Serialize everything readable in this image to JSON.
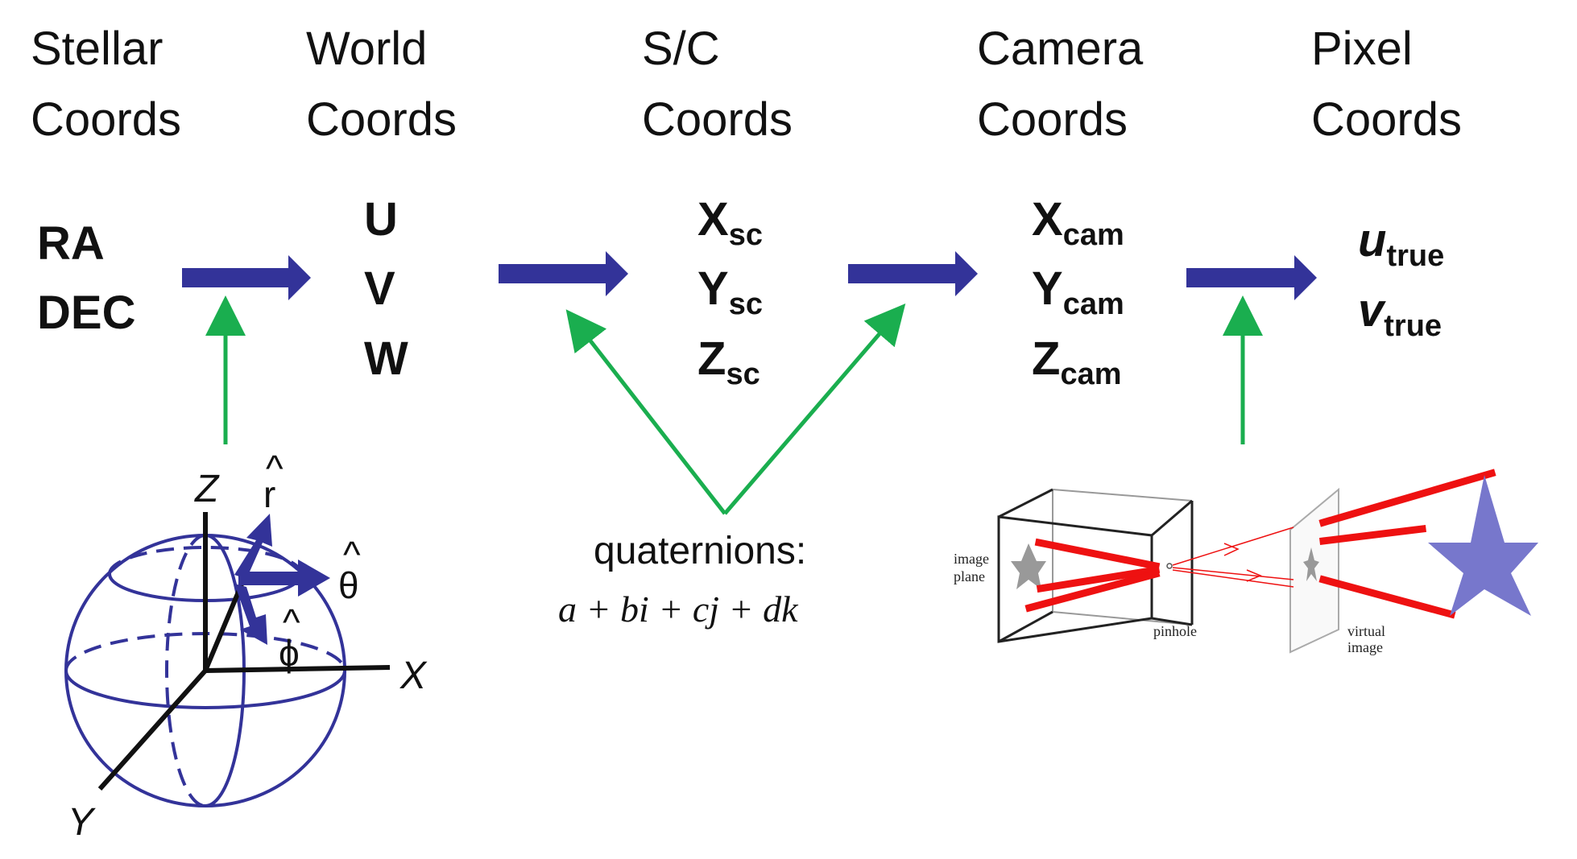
{
  "headers": {
    "stellar": [
      "Stellar",
      "Coords"
    ],
    "world": [
      "World",
      "Coords"
    ],
    "sc": [
      "S/C",
      "Coords"
    ],
    "camera": [
      "Camera",
      "Coords"
    ],
    "pixel": [
      "Pixel",
      "Coords"
    ]
  },
  "vars": {
    "stellar": [
      "RA",
      "DEC"
    ],
    "world": [
      "U",
      "V",
      "W"
    ],
    "sc": [
      {
        "base": "X",
        "sub": "sc"
      },
      {
        "base": "Y",
        "sub": "sc"
      },
      {
        "base": "Z",
        "sub": "sc"
      }
    ],
    "camera": [
      {
        "base": "X",
        "sub": "cam"
      },
      {
        "base": "Y",
        "sub": "cam"
      },
      {
        "base": "Z",
        "sub": "cam"
      }
    ],
    "pixel": [
      {
        "base": "u",
        "sub": "true"
      },
      {
        "base": "v",
        "sub": "true"
      }
    ]
  },
  "quaternion": {
    "label": "quaternions:",
    "formula": "a + bi + cj + dk"
  },
  "sphere": {
    "axes": {
      "z": "Z",
      "x": "X",
      "y": "Y"
    },
    "unit_vectors": {
      "r": "r",
      "theta": "θ",
      "phi": "ϕ"
    },
    "hat": "^"
  },
  "pinhole": {
    "image_plane": [
      "image",
      "plane"
    ],
    "pinhole": "pinhole",
    "virtual_image": [
      "virtual",
      "image"
    ]
  },
  "colors": {
    "flow_arrow": "#333399",
    "green_arrow": "#1aae4f",
    "sphere": "#333399",
    "ray": "#ee1111",
    "star": "#7777cc",
    "star_gray": "#999999"
  }
}
